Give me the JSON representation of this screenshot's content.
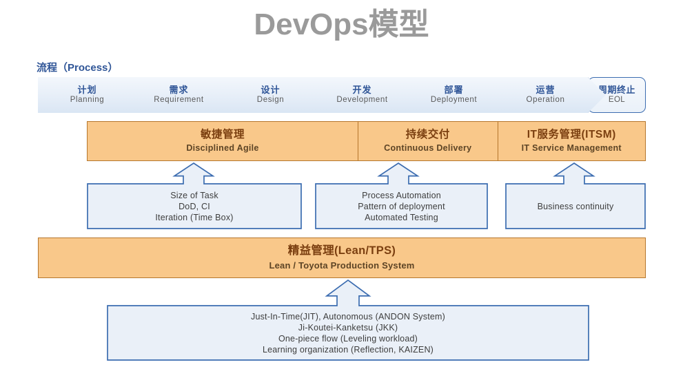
{
  "title": "DevOps模型",
  "process_section": {
    "label": "流程（Process）",
    "steps": [
      {
        "cn": "计划",
        "en": "Planning"
      },
      {
        "cn": "需求",
        "en": "Requirement"
      },
      {
        "cn": "设计",
        "en": "Design"
      },
      {
        "cn": "开发",
        "en": "Development"
      },
      {
        "cn": "部署",
        "en": "Deployment"
      },
      {
        "cn": "运营",
        "en": "Operation"
      }
    ],
    "end_node": {
      "cn": "周期终止",
      "en": "EOL"
    }
  },
  "practice_band": {
    "items": [
      {
        "cn": "敏捷管理",
        "en": "Disciplined Agile"
      },
      {
        "cn": "持续交付",
        "en": "Continuous Delivery"
      },
      {
        "cn": "IT服务管理(ITSM)",
        "en": "IT Service Management"
      }
    ]
  },
  "detail_boxes": [
    {
      "lines": [
        "Size of Task",
        "DoD, CI",
        "Iteration (Time Box)"
      ]
    },
    {
      "lines": [
        "Process Automation",
        "Pattern of deployment",
        "Automated Testing"
      ]
    },
    {
      "lines": [
        "Business continuity"
      ]
    }
  ],
  "lean_band": {
    "cn": "精益管理(Lean/TPS)",
    "en": "Lean / Toyota Production System"
  },
  "lean_detail": {
    "lines": [
      "Just-In-Time(JIT), Autonomous (ANDON System)",
      "Ji-Koutei-Kanketsu (JKK)",
      "One-piece flow (Leveling workload)",
      "Learning organization (Reflection, KAIZEN)"
    ]
  },
  "colors": {
    "title": "#9a9a9a",
    "process_blue": "#2f5597",
    "chevron_border": "#3b6cb0",
    "chevron_fill": "#e6eef8",
    "band_orange_fill": "#f9c88a",
    "band_orange_border": "#b5762c",
    "band_text": "#7b3f10",
    "detail_border": "#3b6cb0",
    "detail_fill": "#eaf0f8",
    "detail_text": "#3d3d3d"
  }
}
